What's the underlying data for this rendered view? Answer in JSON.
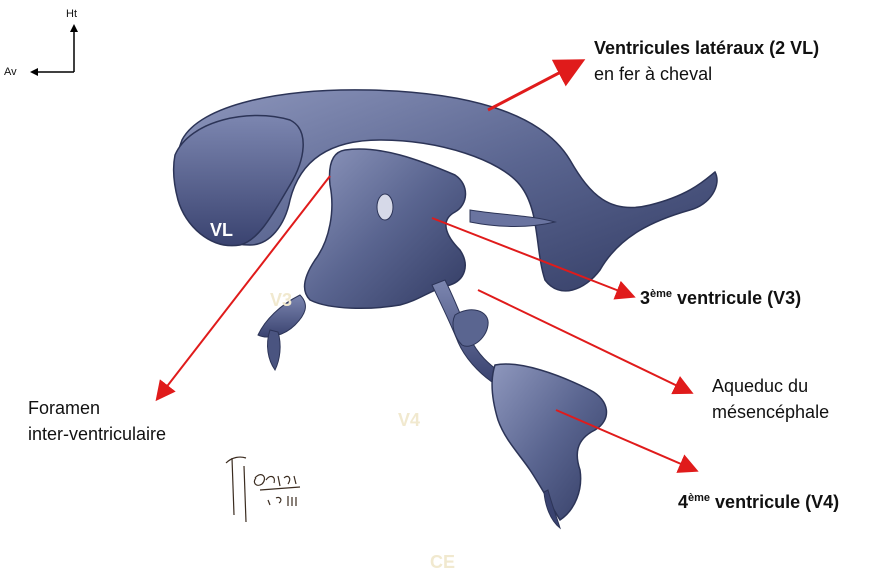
{
  "orientation": {
    "up_label": "Ht",
    "left_label": "Av"
  },
  "labels": {
    "lateral": {
      "title": "Ventricules latéraux (2 VL)",
      "subtitle": "en fer à cheval"
    },
    "third": {
      "prefix": "3",
      "sup": "ème",
      "rest": " ventricule (V3)"
    },
    "aqueduct": {
      "line1": "Aqueduc du",
      "line2": "mésencéphale"
    },
    "fourth": {
      "prefix": "4",
      "sup": "ème",
      "rest": " ventricule (V4)"
    },
    "foramen": {
      "line1": "Foramen",
      "line2": "inter-ventriculaire"
    }
  },
  "overlay_marks": {
    "vl": "VL",
    "v3": "V3",
    "v4": "V4",
    "ce": "CE"
  },
  "signature_text": "Fournié 1991",
  "colors": {
    "arrow": "#e01b1b",
    "ventricle_body": "#5a6590",
    "ventricle_shadow": "#323b63",
    "ventricle_highlight": "#8e97bd"
  }
}
